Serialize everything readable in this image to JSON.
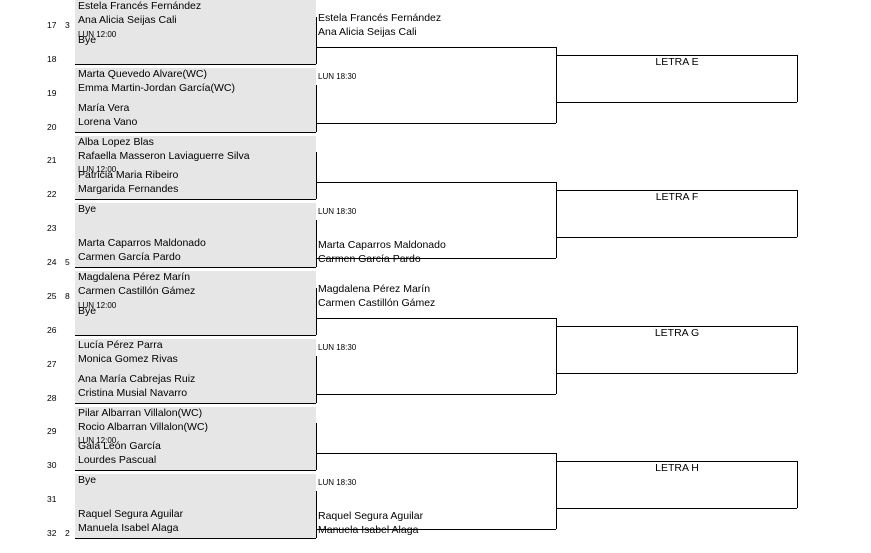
{
  "draw": [
    {
      "num": "17",
      "seed": "3",
      "p1": "Estela Francés Fernández",
      "p2": "Ana Alicia Seijas Cali"
    },
    {
      "num": "18",
      "seed": "",
      "p1": "Bye",
      "p2": ""
    },
    {
      "num": "19",
      "seed": "",
      "p1": "Marta Quevedo Alvare(WC)",
      "p2": "Emma Martin-Jordan García(WC)"
    },
    {
      "num": "20",
      "seed": "",
      "p1": "María Vera",
      "p2": "Lorena Vano"
    },
    {
      "num": "21",
      "seed": "",
      "p1": "Alba  Lopez Blas",
      "p2": "Rafaella Masseron Laviaguerre  Silva"
    },
    {
      "num": "22",
      "seed": "",
      "p1": "Patricia Maria Ribeiro",
      "p2": "Margarida Fernandes"
    },
    {
      "num": "23",
      "seed": "",
      "p1": "Bye",
      "p2": ""
    },
    {
      "num": "24",
      "seed": "5",
      "p1": "Marta Caparros Maldonado",
      "p2": "Carmen García Pardo"
    },
    {
      "num": "25",
      "seed": "8",
      "p1": "Magdalena Pérez Marín",
      "p2": "Carmen Castillón Gámez"
    },
    {
      "num": "26",
      "seed": "",
      "p1": "Bye",
      "p2": ""
    },
    {
      "num": "27",
      "seed": "",
      "p1": "Lucía Pérez Parra",
      "p2": "Monica Gomez Rivas"
    },
    {
      "num": "28",
      "seed": "",
      "p1": "Ana María Cabrejas  Ruiz",
      "p2": "Cristina  Musial Navarro"
    },
    {
      "num": "29",
      "seed": "",
      "p1": "Pilar Albarran Villalon(WC)",
      "p2": "Rocio Albarran Villalon(WC)"
    },
    {
      "num": "30",
      "seed": "",
      "p1": "Gala León García",
      "p2": "Lourdes Pascual"
    },
    {
      "num": "31",
      "seed": "",
      "p1": "Bye",
      "p2": ""
    },
    {
      "num": "32",
      "seed": "2",
      "p1": "Raquel Segura Aguilar",
      "p2": "Manuela Isabel Alaga"
    }
  ],
  "first_round_times": [
    "LUN 12:00",
    "LUN 12:00",
    "LUN 12:00",
    "LUN 12:00"
  ],
  "second_round": [
    {
      "p1": "Estela Francés Fernández",
      "p2": "Ana Alicia Seijas Cali",
      "time": "LUN 18:30",
      "opp_p1": "",
      "opp_p2": ""
    },
    {
      "p1": "",
      "p2": "",
      "time": "LUN 18:30",
      "opp_p1": "Marta Caparros Maldonado",
      "opp_p2": "Carmen García Pardo"
    },
    {
      "p1": "Magdalena Pérez Marín",
      "p2": "Carmen Castillón Gámez",
      "time": "LUN 18:30",
      "opp_p1": "",
      "opp_p2": ""
    },
    {
      "p1": "",
      "p2": "",
      "time": "LUN 18:30",
      "opp_p1": "Raquel Segura Aguilar",
      "opp_p2": "Manuela Isabel Alaga"
    }
  ],
  "letters": [
    "LETRA E",
    "LETRA F",
    "LETRA G",
    "LETRA H"
  ]
}
